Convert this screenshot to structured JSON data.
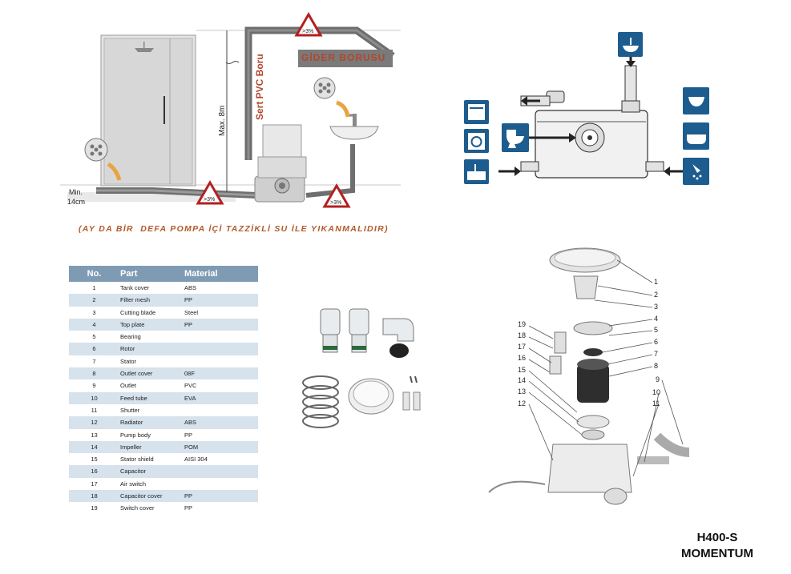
{
  "installation": {
    "pipe_label": "GİDER BORUSU",
    "pvc_label": "Sert PVC Boru",
    "max_height": "Max. 8m",
    "min_label_1": "Min.",
    "min_label_2": "14cm",
    "slope_top": ">3%",
    "slope_left": ">3%",
    "slope_right": ">3%",
    "warning": "(AY DA BİR  DEFA POMPA İÇİ TAZZİKLİ SU İLE YIKANMALIDIR)"
  },
  "parts_table": {
    "headers": [
      "No.",
      "Part",
      "Material"
    ],
    "rows": [
      [
        "1",
        "Tank cover",
        "ABS"
      ],
      [
        "2",
        "Filter mesh",
        "PP"
      ],
      [
        "3",
        "Cutting blade",
        "Steel"
      ],
      [
        "4",
        "Top plate",
        "PP"
      ],
      [
        "5",
        "Bearing",
        ""
      ],
      [
        "6",
        "Rotor",
        ""
      ],
      [
        "7",
        "Stator",
        ""
      ],
      [
        "8",
        "Outlet cover",
        "08F"
      ],
      [
        "9",
        "Outlet",
        "PVC"
      ],
      [
        "10",
        "Feed tube",
        "EVA"
      ],
      [
        "11",
        "Shutter",
        ""
      ],
      [
        "12",
        "Radiator",
        "ABS"
      ],
      [
        "13",
        "Pump body",
        "PP"
      ],
      [
        "14",
        "Impeller",
        "POM"
      ],
      [
        "15",
        "Stator shield",
        "AISI 304"
      ],
      [
        "16",
        "Capacitor",
        ""
      ],
      [
        "17",
        "Air switch",
        ""
      ],
      [
        "18",
        "Capacitor cover",
        "PP"
      ],
      [
        "19",
        "Switch cover",
        "PP"
      ]
    ]
  },
  "exploded": {
    "callouts_right": [
      "1",
      "2",
      "3",
      "4",
      "5",
      "6",
      "7",
      "8",
      "9",
      "10",
      "11"
    ],
    "callouts_left": [
      "19",
      "18",
      "17",
      "16",
      "15",
      "14",
      "13",
      "12"
    ]
  },
  "model": {
    "line1": "H400-S",
    "line2": "MOMENTUM"
  },
  "colors": {
    "icon_blue": "#1d5c8e",
    "table_header": "#7f9bb3",
    "table_stripe": "#d6e2ec",
    "warning_text": "#b35a2a",
    "pipe_label": "#b0472c"
  }
}
